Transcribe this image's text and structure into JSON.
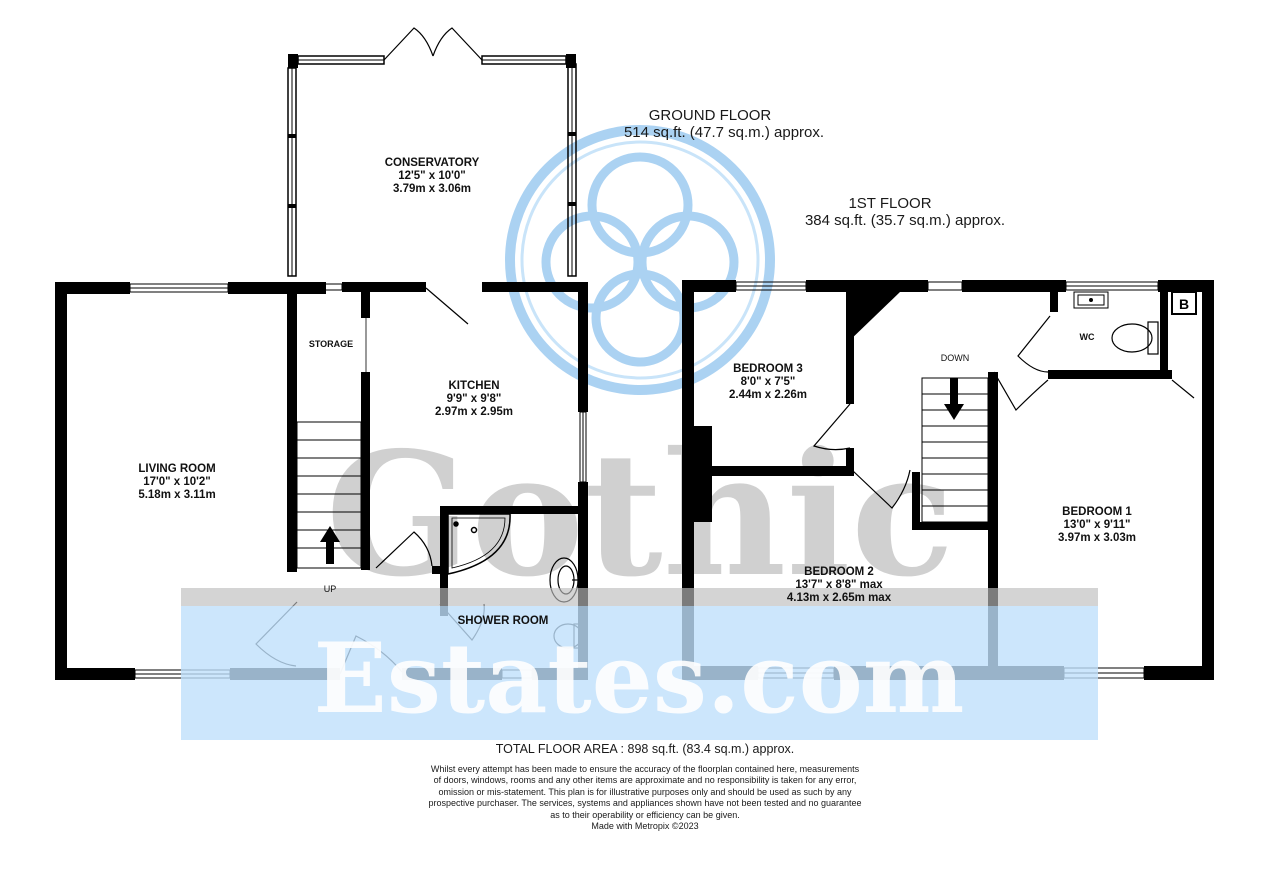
{
  "ground_floor": {
    "title": "GROUND FLOOR",
    "area": "514 sq.ft. (47.7 sq.m.) approx.",
    "rooms": {
      "conservatory": {
        "name": "CONSERVATORY",
        "imperial": "12'5\" x 10'0\"",
        "metric": "3.79m x 3.06m"
      },
      "kitchen": {
        "name": "KITCHEN",
        "imperial": "9'9\" x 9'8\"",
        "metric": "2.97m x 2.95m"
      },
      "living_room": {
        "name": "LIVING ROOM",
        "imperial": "17'0\" x 10'2\"",
        "metric": "5.18m x 3.11m"
      },
      "storage": {
        "name": "STORAGE"
      },
      "shower_room": {
        "name": "SHOWER ROOM"
      }
    },
    "stairs_label": "UP"
  },
  "first_floor": {
    "title": "1ST FLOOR",
    "area": "384 sq.ft. (35.7 sq.m.) approx.",
    "rooms": {
      "bedroom_3": {
        "name": "BEDROOM 3",
        "imperial": "8'0\" x 7'5\"",
        "metric": "2.44m x 2.26m"
      },
      "bedroom_2": {
        "name": "BEDROOM 2",
        "imperial": "13'7\" x 8'8\" max",
        "metric": "4.13m x 2.65m max"
      },
      "bedroom_1": {
        "name": "BEDROOM 1",
        "imperial": "13'0\" x 9'11\"",
        "metric": "3.97m x 3.03m"
      },
      "wc": {
        "name": "WC"
      }
    },
    "stairs_label": "DOWN",
    "boiler_label": "B"
  },
  "footer": {
    "total_area": "TOTAL FLOOR AREA : 898 sq.ft. (83.4 sq.m.) approx.",
    "disclaimer_lines": [
      "Whilst every attempt has been made to ensure the accuracy of the floorplan contained here, measurements",
      "of doors, windows, rooms and any other items are approximate and no responsibility is taken for any error,",
      "omission or mis-statement. This plan is for illustrative purposes only and should be used as such by any",
      "prospective purchaser. The services, systems and appliances shown have not been tested and no guarantee",
      "as to their operability or efficiency can be given."
    ],
    "made_with": "Made with Metropix ©2023"
  },
  "watermark": {
    "word_1": "Gothic",
    "word_2": "Estates.com",
    "logo_icon": "gothic-quatrefoil-window-icon",
    "colors": {
      "logo": "#8fc3ee",
      "band": "#bfe0fb",
      "text": "#c8c8c8"
    }
  },
  "colors": {
    "wall": "#000000",
    "background": "#ffffff"
  }
}
